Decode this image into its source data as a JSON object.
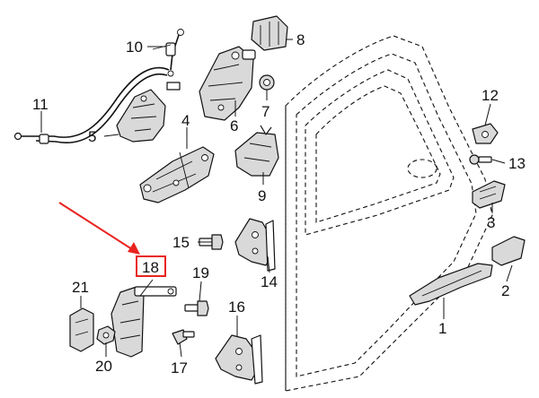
{
  "diagram": {
    "callouts": [
      "1",
      "2",
      "3",
      "4",
      "5",
      "6",
      "7",
      "8",
      "9",
      "10",
      "11",
      "12",
      "13",
      "14",
      "15",
      "16",
      "17",
      "18",
      "19",
      "20",
      "21"
    ],
    "highlight": {
      "callout": "18",
      "color": "#e8231f"
    },
    "colors": {
      "line": "#111111",
      "shade": "#d9d9d9",
      "background": "#ffffff"
    }
  }
}
